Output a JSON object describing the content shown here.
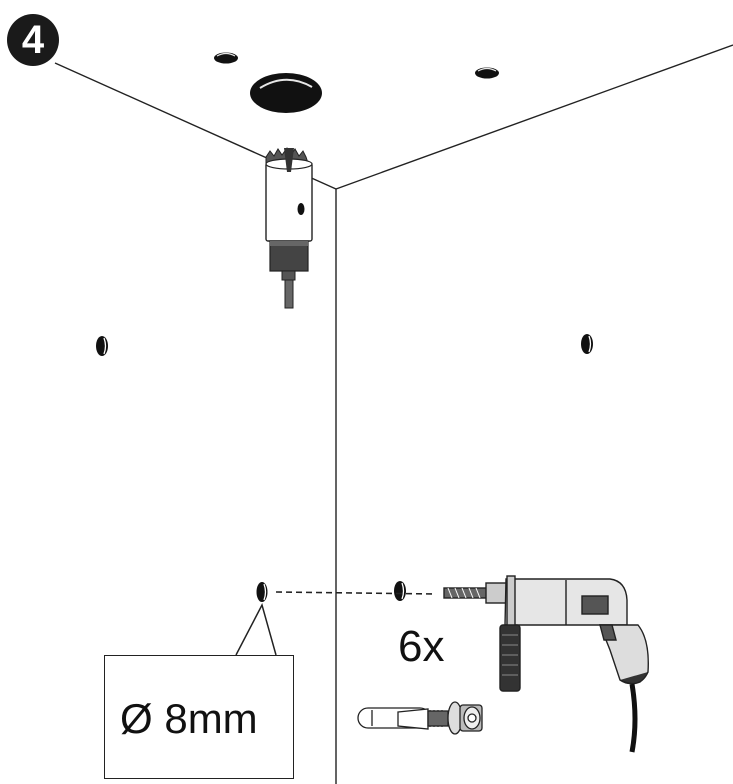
{
  "step": {
    "number": "4"
  },
  "annotation": {
    "quantity": "6x",
    "hole_diameter": "Ø 8mm"
  },
  "tools": [
    {
      "name": "hole-saw-bit"
    },
    {
      "name": "hammer-drill"
    },
    {
      "name": "expansion-anchor-bolt"
    }
  ]
}
